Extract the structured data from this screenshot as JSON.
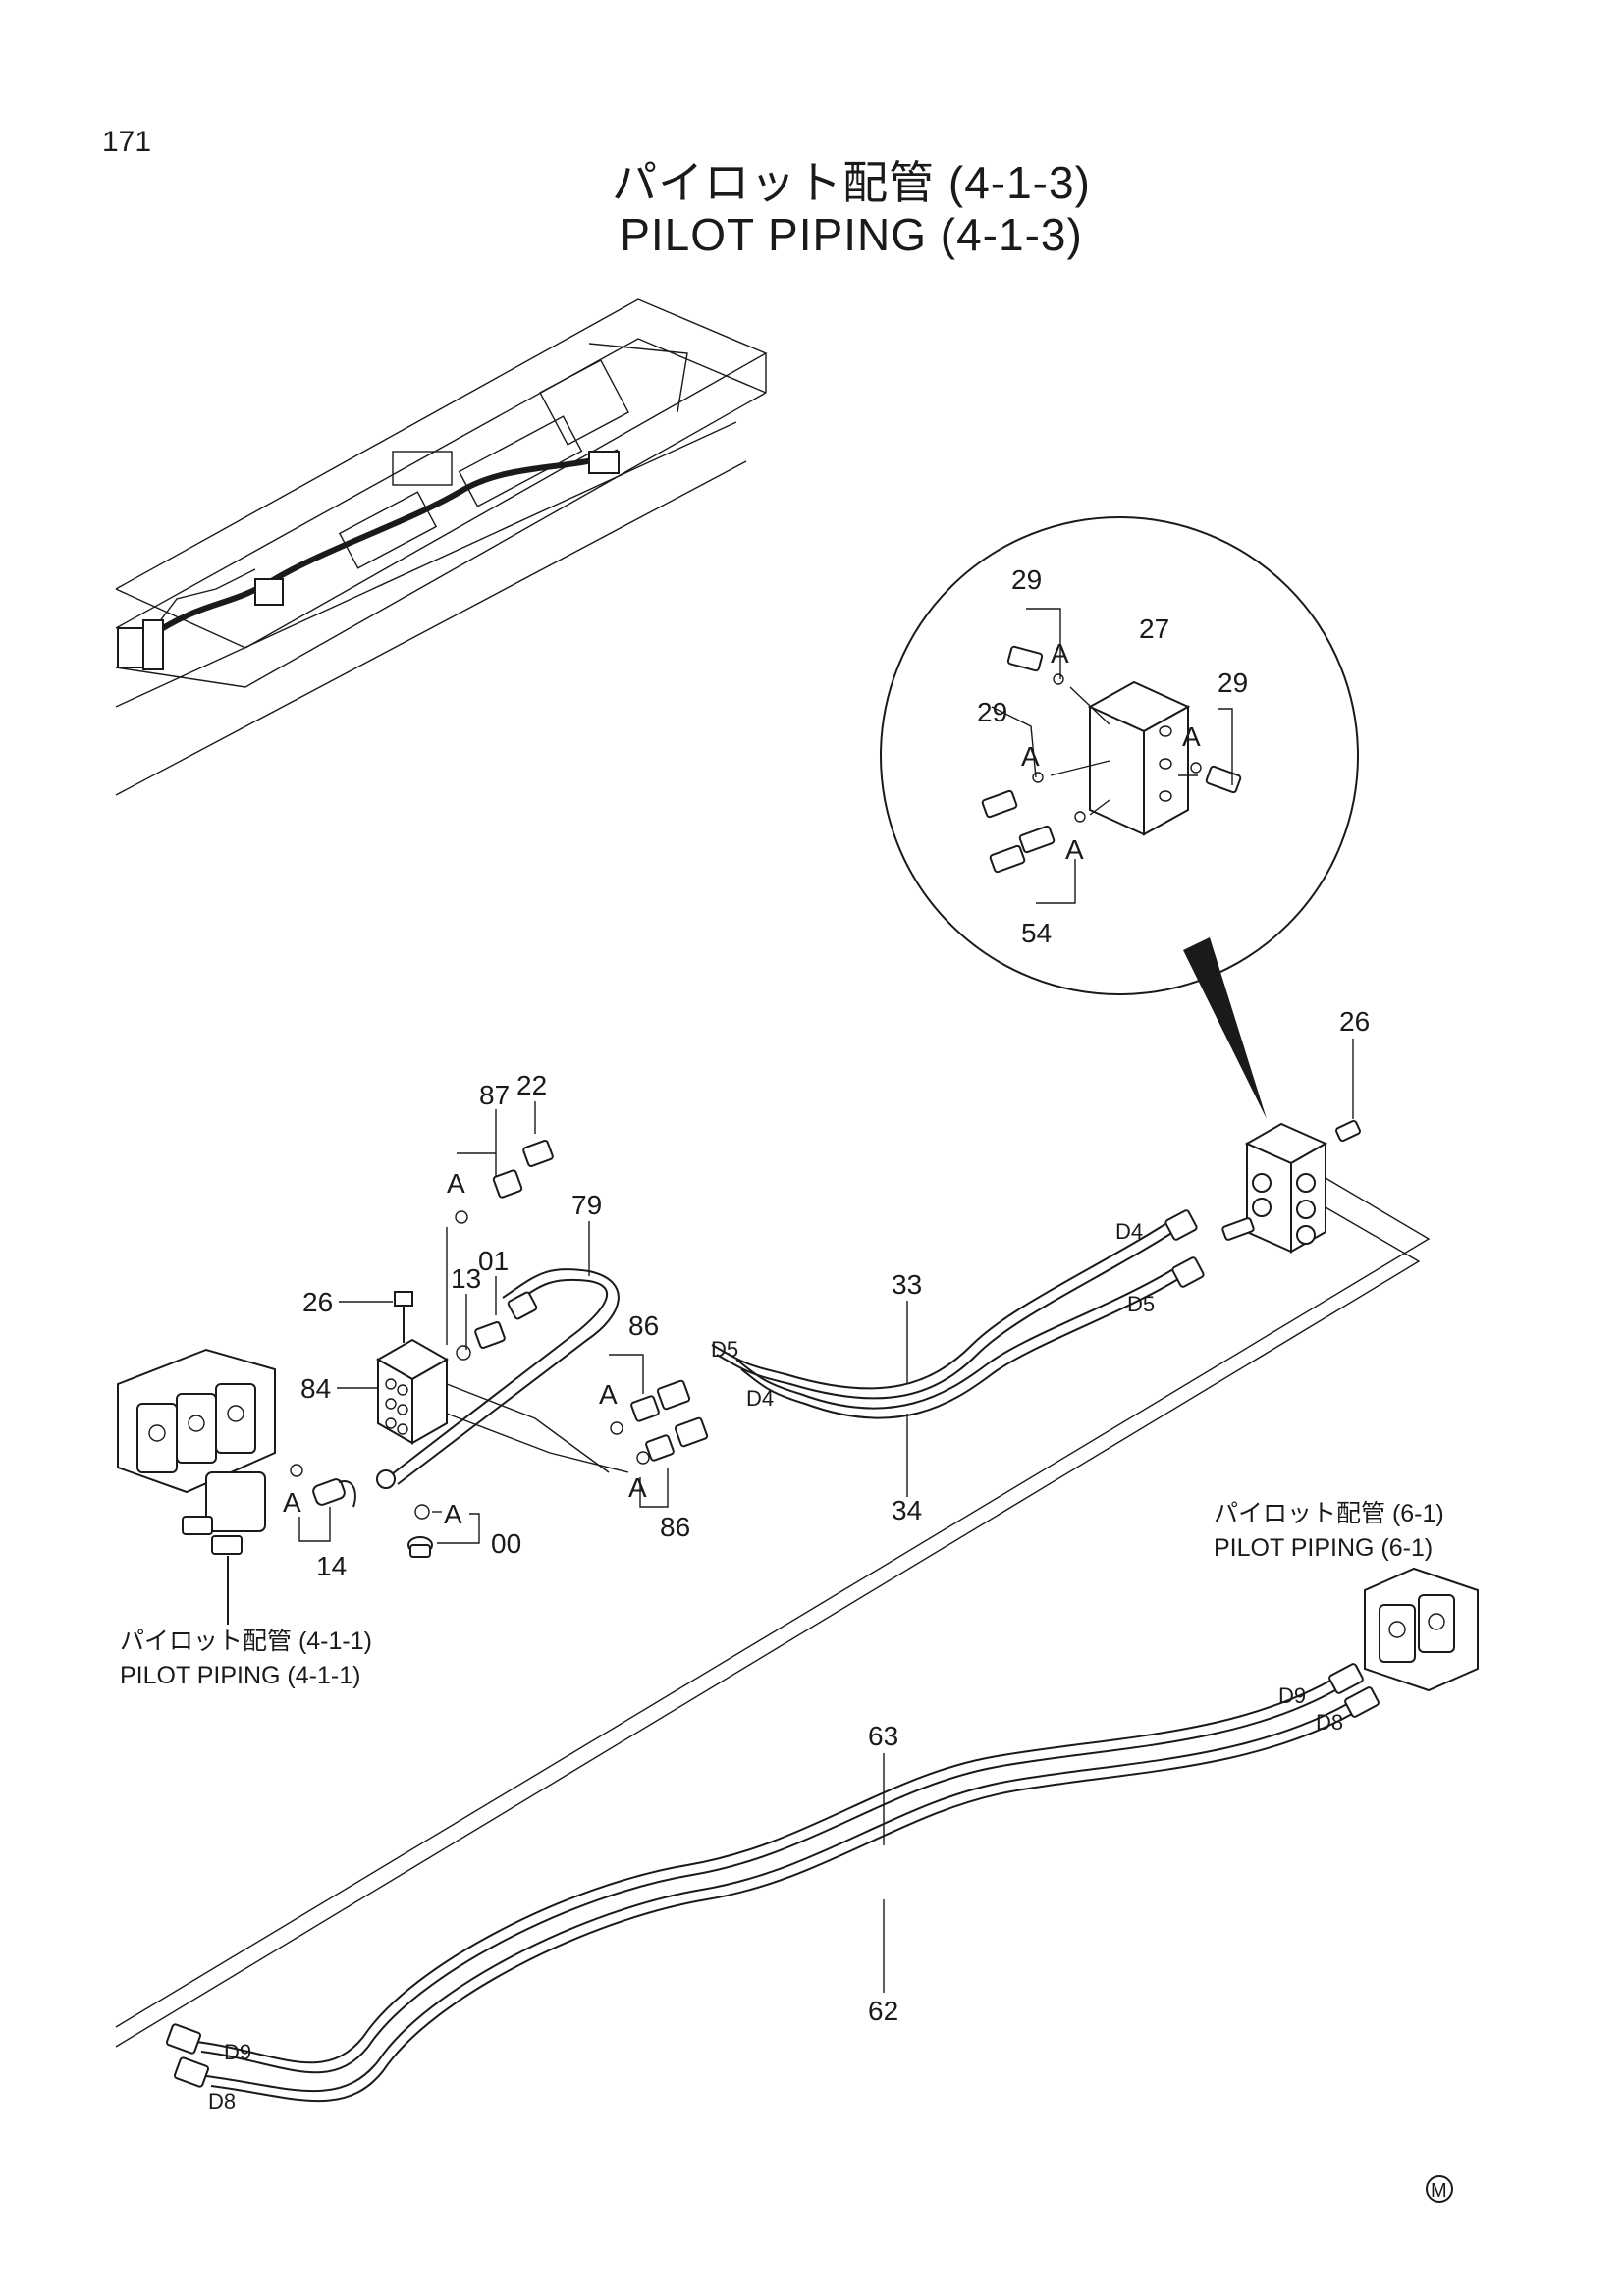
{
  "page": {
    "number": "171",
    "title_jp": "パイロット配管 (4-1-3)",
    "title_en": "PILOT PIPING (4-1-3)"
  },
  "refs": {
    "ref_6_1": {
      "jp": "パイロット配管 (6-1)",
      "en": "PILOT PIPING (6-1)"
    },
    "ref_4_1_1": {
      "jp": "パイロット配管 (4-1-1)",
      "en": "PILOT PIPING (4-1-1)"
    }
  },
  "labels": {
    "p29a": "29",
    "p29b": "29",
    "p29c": "29",
    "p27": "27",
    "p54": "54",
    "A1": "A",
    "A2": "A",
    "A3": "A",
    "A4": "A",
    "p26a": "26",
    "p87": "87",
    "p22": "22",
    "p79": "79",
    "p13": "13",
    "p01": "01",
    "p26b": "26",
    "p84": "84",
    "p86a": "86",
    "p86b": "86",
    "p33": "33",
    "p34": "34",
    "p14": "14",
    "p00": "00",
    "p63": "63",
    "p62": "62",
    "A5": "A",
    "A6": "A",
    "A7": "A",
    "A8": "A",
    "A9": "A"
  },
  "hoses": {
    "d4a": "D4",
    "d5a": "D5",
    "d5b": "D5",
    "d4b": "D4",
    "d9a": "D9",
    "d8a": "D8",
    "d9b": "D9",
    "d8b": "D8"
  },
  "mark": "M"
}
